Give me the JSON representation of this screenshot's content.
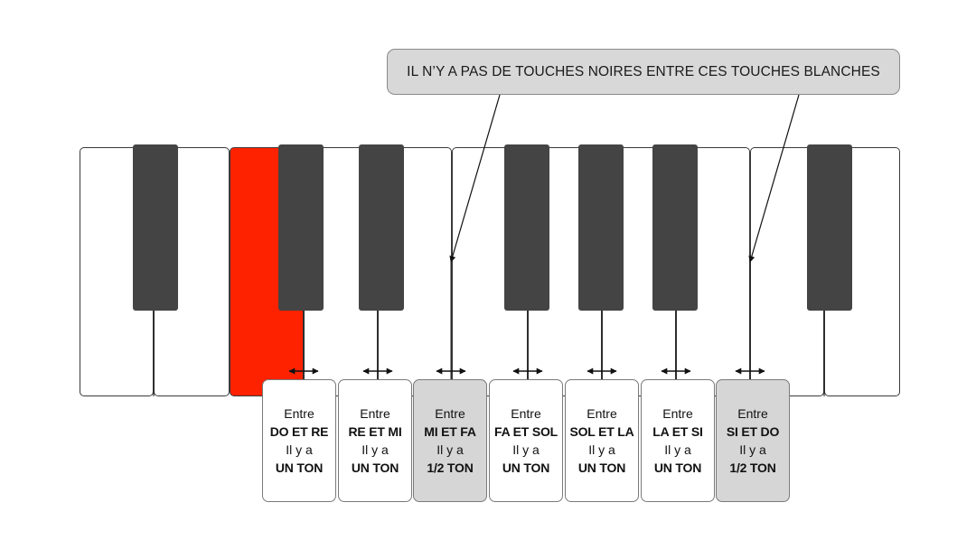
{
  "callout": {
    "text": "IL N’Y A PAS DE TOUCHES NOIRES ENTRE CES TOUCHES BLANCHES"
  },
  "colors": {
    "highlight_key": "#ff2200",
    "black_key": "#444444",
    "half_tone_box": "#d6d6d6"
  },
  "boxes": [
    {
      "prefix": "Entre",
      "pair": "DO ET RE",
      "verb": "Il y a",
      "interval": "UN TON"
    },
    {
      "prefix": "Entre",
      "pair": "RE ET MI",
      "verb": "Il y a",
      "interval": "UN TON"
    },
    {
      "prefix": "Entre",
      "pair": "MI ET FA",
      "verb": "Il y a",
      "interval": "1/2 TON"
    },
    {
      "prefix": "Entre",
      "pair": "FA ET SOL",
      "verb": "Il y a",
      "interval": "UN TON"
    },
    {
      "prefix": "Entre",
      "pair": "SOL ET LA",
      "verb": "Il y a",
      "interval": "UN TON"
    },
    {
      "prefix": "Entre",
      "pair": "LA ET SI",
      "verb": "Il y a",
      "interval": "UN TON"
    },
    {
      "prefix": "Entre",
      "pair": "SI ET DO",
      "verb": "Il y a",
      "interval": "1/2 TON"
    }
  ]
}
